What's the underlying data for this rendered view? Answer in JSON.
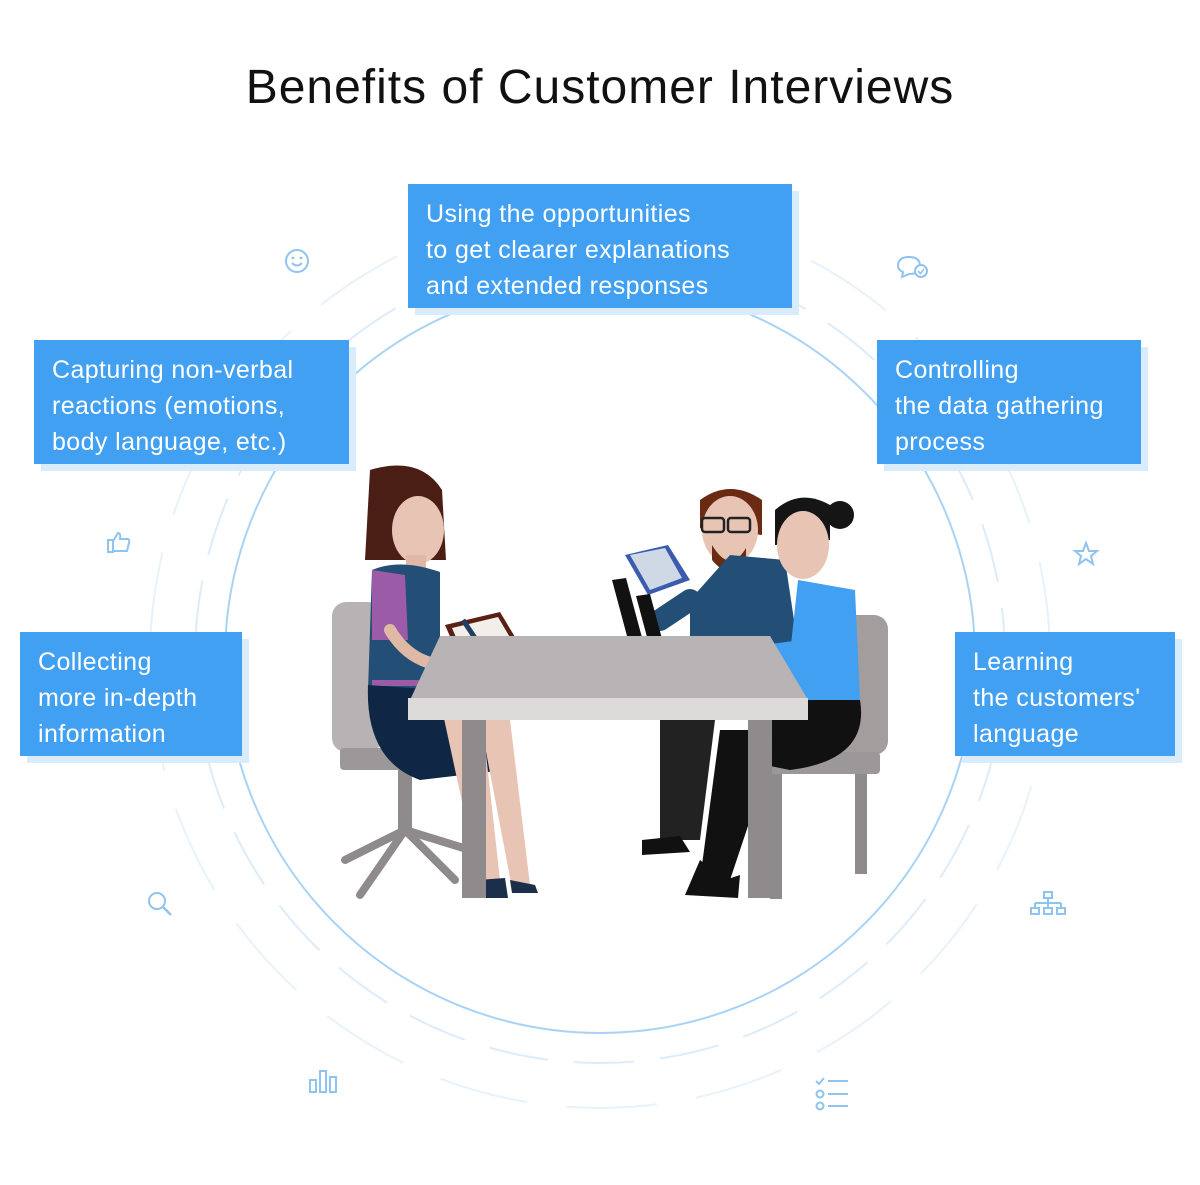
{
  "title": "Benefits of Customer Interviews",
  "colors": {
    "accent": "#41a0f2",
    "box_shadow": "#d9ecfb",
    "ring": "#a9d3f6",
    "icon": "#8fc3f0"
  },
  "benefits": [
    {
      "id": "top",
      "text": "Using the opportunities\nto get clearer explanations\nand extended responses"
    },
    {
      "id": "upper-left",
      "text": "Capturing non-verbal\nreactions (emotions,\nbody language, etc.)"
    },
    {
      "id": "upper-right",
      "text": "Controlling\nthe data gathering\nprocess"
    },
    {
      "id": "lower-left",
      "text": "Collecting\nmore in-depth\ninformation"
    },
    {
      "id": "lower-right",
      "text": "Learning\nthe customers'\nlanguage"
    }
  ],
  "icons": [
    "smiley-icon",
    "chat-bubble-icon",
    "thumbs-up-icon",
    "star-icon",
    "search-icon",
    "hierarchy-icon",
    "bar-chart-icon",
    "checklist-icon"
  ]
}
